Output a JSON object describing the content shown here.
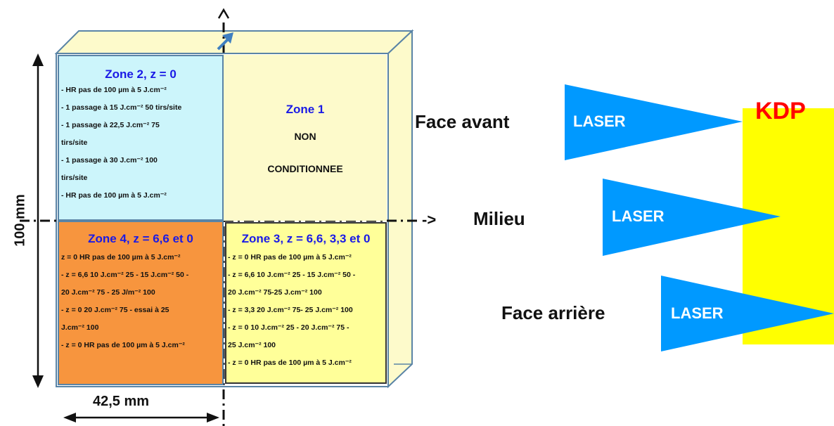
{
  "dims": {
    "height": "100 mm",
    "width": "42,5 mm"
  },
  "zone2": {
    "title": "Zone 2, z = 0",
    "lines": [
      "-  HR pas de 100 µm à 5 J.cm⁻²",
      "-  1 passage à 15 J.cm⁻² 50 tirs/site",
      "-  1 passage à 22,5 J.cm⁻² 75",
      "tirs/site",
      "-  1 passage à 30 J.cm⁻² 100",
      "tirs/site",
      "-  HR pas de 100 µm à 5 J.cm⁻²"
    ]
  },
  "zone1": {
    "title": "Zone 1",
    "line1": "NON",
    "line2": "CONDITIONNEE"
  },
  "zone4": {
    "title": "Zone 4, z = 6,6 et 0",
    "lines": [
      "  z = 0 HR pas de 100 µm à 5 J.cm⁻²",
      "- z = 6,6 10 J.cm⁻² 25 - 15 J.cm⁻² 50 -",
      "20   J.cm⁻² 75 - 25 J/m⁻² 100",
      "- z = 0 20 J.cm⁻² 75 - essai à 25",
      "J.cm⁻²   100",
      "- z = 0 HR pas de 100 µm à 5 J.cm⁻²"
    ]
  },
  "zone3": {
    "title": "Zone 3, z = 6,6, 3,3 et 0",
    "lines": [
      "- z = 0 HR pas de 100 µm à 5 J.cm⁻²",
      "- z = 6,6 10 J.cm⁻² 25 - 15 J.cm⁻² 50 -",
      "20 J.cm⁻² 75-25 J.cm⁻² 100",
      "- z = 3,3 20 J.cm⁻² 75- 25 J.cm⁻² 100",
      "  - z = 0 10 J.cm⁻² 25 - 20 J.cm⁻² 75 -",
      "25 J.cm⁻² 100",
      "  - z = 0 HR pas de 100 µm à 5 J.cm⁻²"
    ]
  },
  "right": {
    "kdp": "KDP",
    "face_avant": "Face avant",
    "milieu": "Milieu",
    "face_arriere": "Face arrière",
    "laser": "LASER",
    "arrow": "->"
  },
  "colors": {
    "zone2": "#ccf5fb",
    "zone1": "#fdfacb",
    "zone4": "#f7953e",
    "zone3": "#ffff99",
    "kdp_bar": "#ffff00",
    "kdp_text": "#ff0000",
    "laser": "#0099ff",
    "zone_title": "#1a1ae6"
  }
}
